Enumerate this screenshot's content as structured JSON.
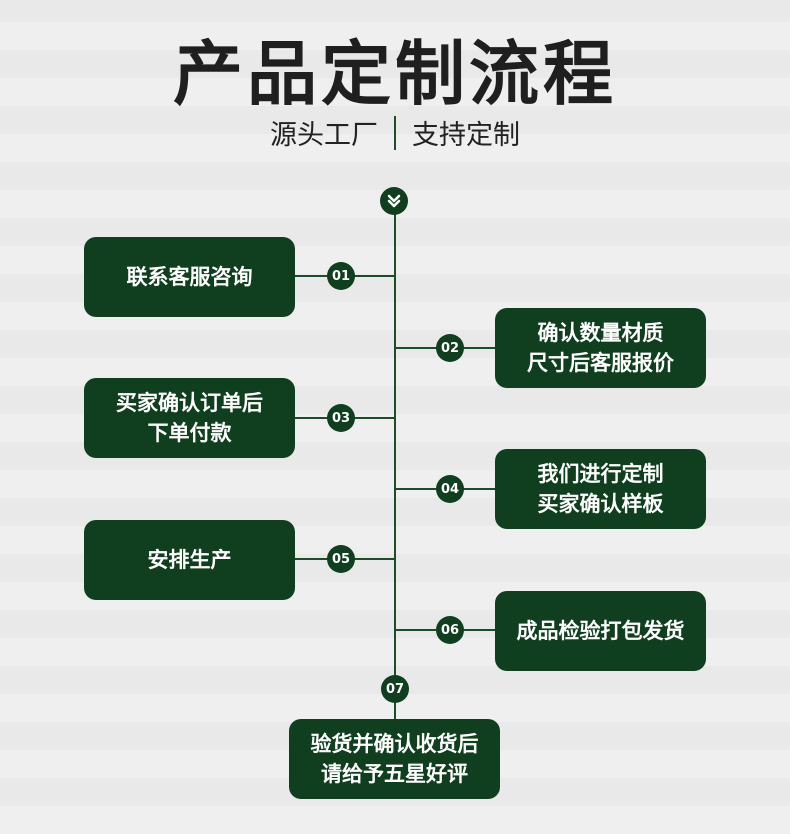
{
  "header": {
    "title": "产品定制流程",
    "subtitle_left": "源头工厂",
    "subtitle_right": "支持定制"
  },
  "colors": {
    "accent": "#0f3f1f"
  },
  "steps": [
    {
      "number": "01",
      "label": "联系客服咨询"
    },
    {
      "number": "02",
      "label": "确认数量材质\n尺寸后客服报价"
    },
    {
      "number": "03",
      "label": "买家确认订单后\n下单付款"
    },
    {
      "number": "04",
      "label": "我们进行定制\n买家确认样板"
    },
    {
      "number": "05",
      "label": "安排生产"
    },
    {
      "number": "06",
      "label": "成品检验打包发货"
    },
    {
      "number": "07",
      "label": "验货并确认收货后\n请给予五星好评"
    }
  ],
  "icons": {
    "top_marker": "double-chevron-down-icon"
  }
}
